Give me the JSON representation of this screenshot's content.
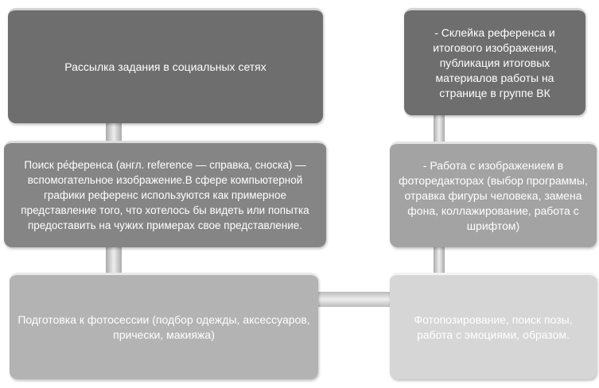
{
  "boxes": {
    "b1": "Рассылка задания в социальных сетях",
    "b2": "Поиск ре́ференса (англ. reference — справка, сноска) — вспомогательное изображение.В сфере компьютерной графики референс используются как примерное представление того, что хотелось бы видеть или попытка предоставить на чужих примерах свое представление.",
    "b3": "Подготовка к фотосессии (подбор одежды, аксессуаров, прически, макияжа)",
    "b4": "Фотопозирование, поиск позы, работа с эмоциями, образом.",
    "b5": "- Работа с изображением в фоторедакторах (выбор программы, отравка фигуры человека, замена фона, коллажирование, работа с шрифтом)",
    "b6": "- Склейка референса и итогового изображения, публикация итоговых материалов работы на странице в группе ВК"
  },
  "colors": {
    "b1": "#6e6e6e",
    "b2": "#858585",
    "b3": "#b3b3b3",
    "b4": "#d6d6d6",
    "b5": "#a3a3a3",
    "b6": "#6e6e6e"
  }
}
